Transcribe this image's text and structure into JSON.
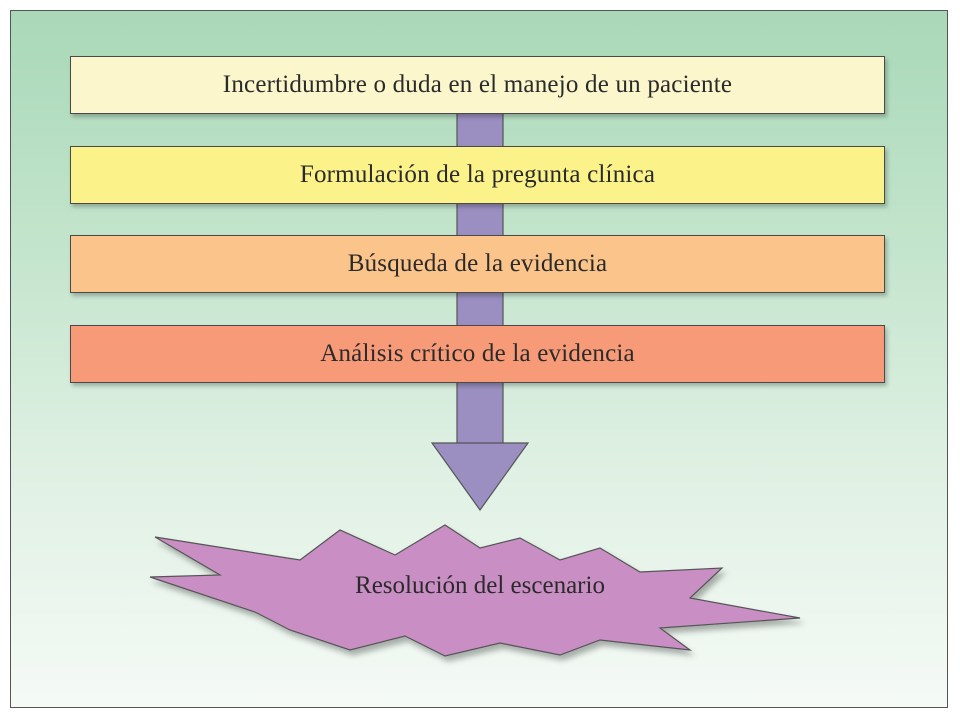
{
  "steps": [
    {
      "label": "Incertidumbre o duda en el manejo de un paciente",
      "color": "#fbf6cc"
    },
    {
      "label": "Formulación de la pregunta clínica",
      "color": "#fbf28a"
    },
    {
      "label": "Búsqueda de la evidencia",
      "color": "#fbc48a"
    },
    {
      "label": "Análisis crítico de la evidencia",
      "color": "#f79a78"
    }
  ],
  "result": {
    "label": "Resolución del escenario",
    "color": "#c98fc4"
  },
  "arrow_color": "#9a8fc0"
}
